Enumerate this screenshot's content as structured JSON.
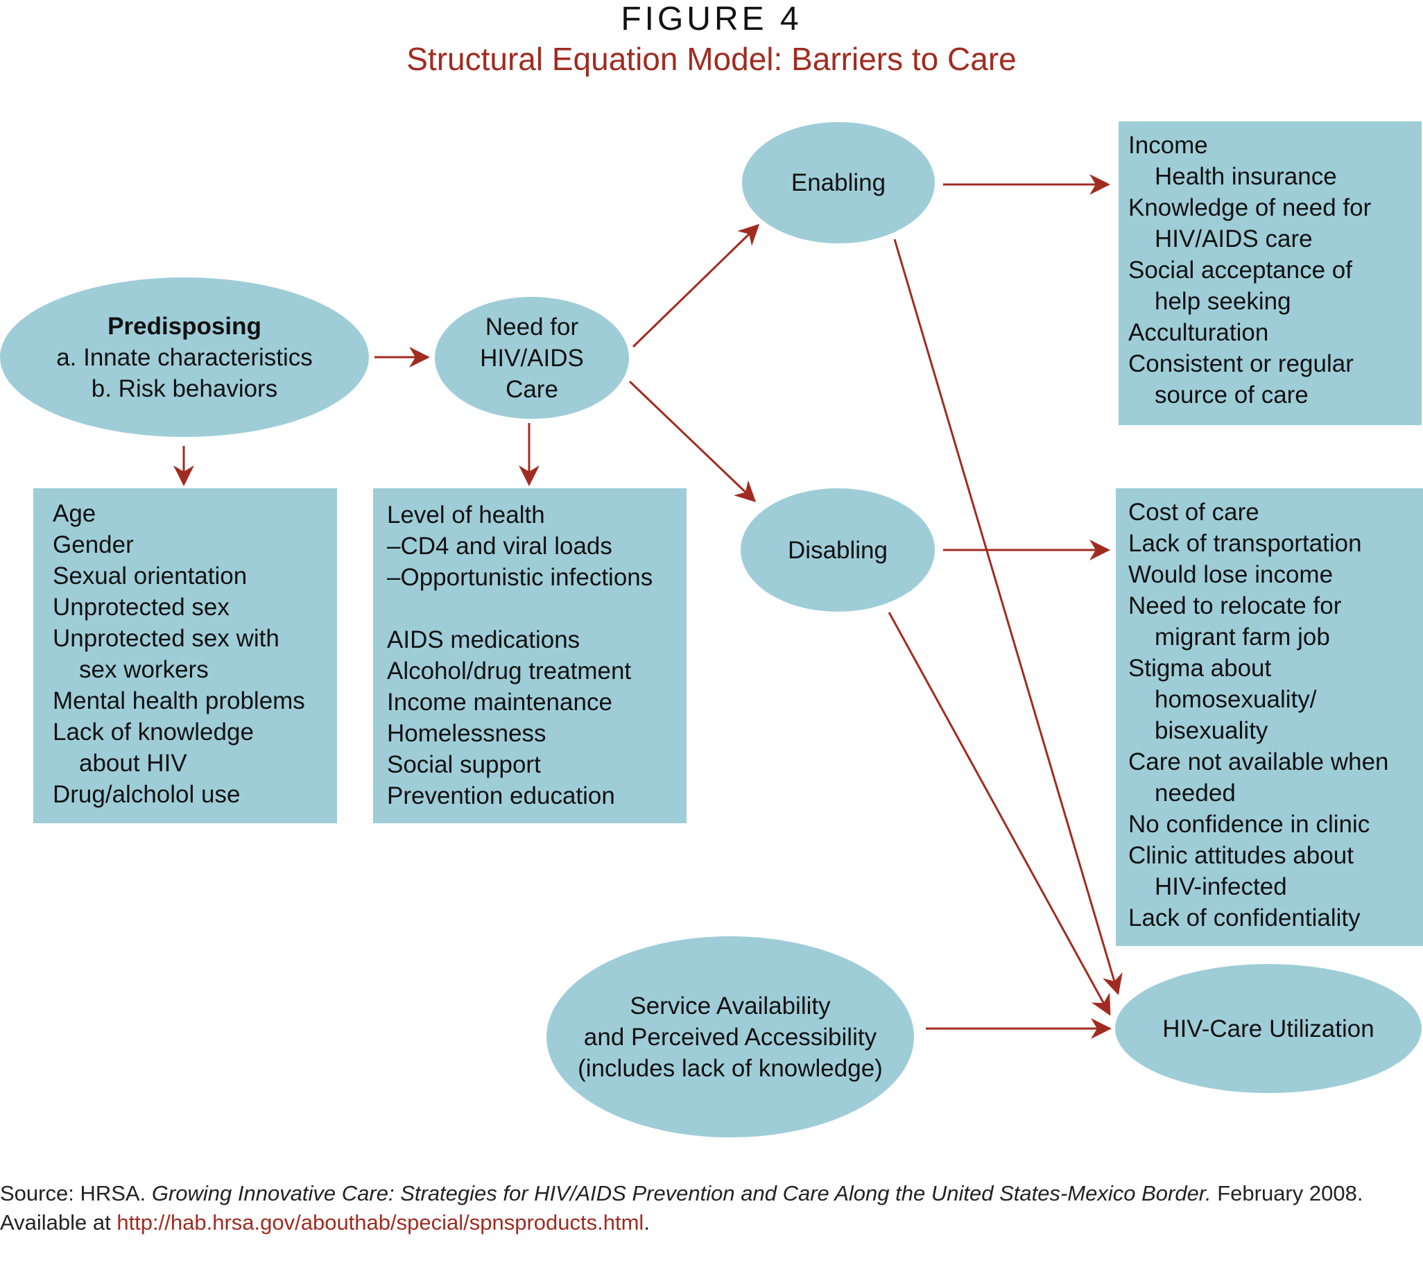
{
  "figure_label": "FIGURE 4",
  "figure_title": "Structural Equation Model: Barriers to Care",
  "nodes": {
    "predisposing": {
      "title": "Predisposing",
      "line1": "a. Innate characteristics",
      "line2": "b. Risk behaviors"
    },
    "need": {
      "line1": "Need for",
      "line2": "HIV/AIDS",
      "line3": "Care"
    },
    "enabling": {
      "label": "Enabling"
    },
    "disabling": {
      "label": "Disabling"
    },
    "service": {
      "line1": "Service Availability",
      "line2": "and Perceived Accessibility",
      "line3": "(includes lack of knowledge)"
    },
    "utilization": {
      "label": "HIV-Care Utilization"
    }
  },
  "boxes": {
    "predisposing": [
      {
        "text": "Age",
        "indent": false
      },
      {
        "text": "Gender",
        "indent": false
      },
      {
        "text": "Sexual orientation",
        "indent": false
      },
      {
        "text": "Unprotected sex",
        "indent": false
      },
      {
        "text": "Unprotected sex with",
        "indent": false
      },
      {
        "text": "sex workers",
        "indent": true
      },
      {
        "text": "Mental health problems",
        "indent": false
      },
      {
        "text": "Lack of knowledge",
        "indent": false
      },
      {
        "text": "about HIV",
        "indent": true
      },
      {
        "text": "Drug/alcholol use",
        "indent": false
      }
    ],
    "need": [
      {
        "text": "Level of health",
        "indent": false
      },
      {
        "text": "–CD4 and viral loads",
        "indent": false
      },
      {
        "text": "–Opportunistic infections",
        "indent": false
      },
      {
        "text": "",
        "indent": false
      },
      {
        "text": "AIDS medications",
        "indent": false
      },
      {
        "text": "Alcohol/drug treatment",
        "indent": false
      },
      {
        "text": "Income maintenance",
        "indent": false
      },
      {
        "text": "Homelessness",
        "indent": false
      },
      {
        "text": "Social support",
        "indent": false
      },
      {
        "text": "Prevention education",
        "indent": false
      }
    ],
    "enabling": [
      {
        "text": "Income",
        "indent": false
      },
      {
        "text": "Health insurance",
        "indent": true
      },
      {
        "text": "Knowledge of need for",
        "indent": false
      },
      {
        "text": "HIV/AIDS care",
        "indent": true
      },
      {
        "text": "Social acceptance of",
        "indent": false
      },
      {
        "text": "help seeking",
        "indent": true
      },
      {
        "text": "Acculturation",
        "indent": false
      },
      {
        "text": "Consistent or regular",
        "indent": false
      },
      {
        "text": "source of care",
        "indent": true
      }
    ],
    "disabling": [
      {
        "text": "Cost of care",
        "indent": false
      },
      {
        "text": "Lack of transportation",
        "indent": false
      },
      {
        "text": "Would lose income",
        "indent": false
      },
      {
        "text": "Need to relocate for",
        "indent": false
      },
      {
        "text": "migrant farm job",
        "indent": true
      },
      {
        "text": "Stigma about",
        "indent": false
      },
      {
        "text": "homosexuality/",
        "indent": true
      },
      {
        "text": "bisexuality",
        "indent": true
      },
      {
        "text": "Care not available when",
        "indent": false
      },
      {
        "text": "needed",
        "indent": true
      },
      {
        "text": "No confidence in clinic",
        "indent": false
      },
      {
        "text": "Clinic attitudes about",
        "indent": false
      },
      {
        "text": "HIV-infected",
        "indent": true
      },
      {
        "text": "Lack of confidentiality",
        "indent": false
      }
    ]
  },
  "source": {
    "prefix": "Source: HRSA. ",
    "title": "Growing Innovative Care: Strategies for HIV/AIDS Prevention and Care Along the United States-Mexico Border.",
    "date": " February 2008.",
    "available": "Available at ",
    "url": "http://hab.hrsa.gov/abouthab/special/spnsproducts.html",
    "suffix": "."
  },
  "colors": {
    "node_fill": "#9ecdd8",
    "arrow": "#a12b20",
    "title": "#a12b20"
  }
}
